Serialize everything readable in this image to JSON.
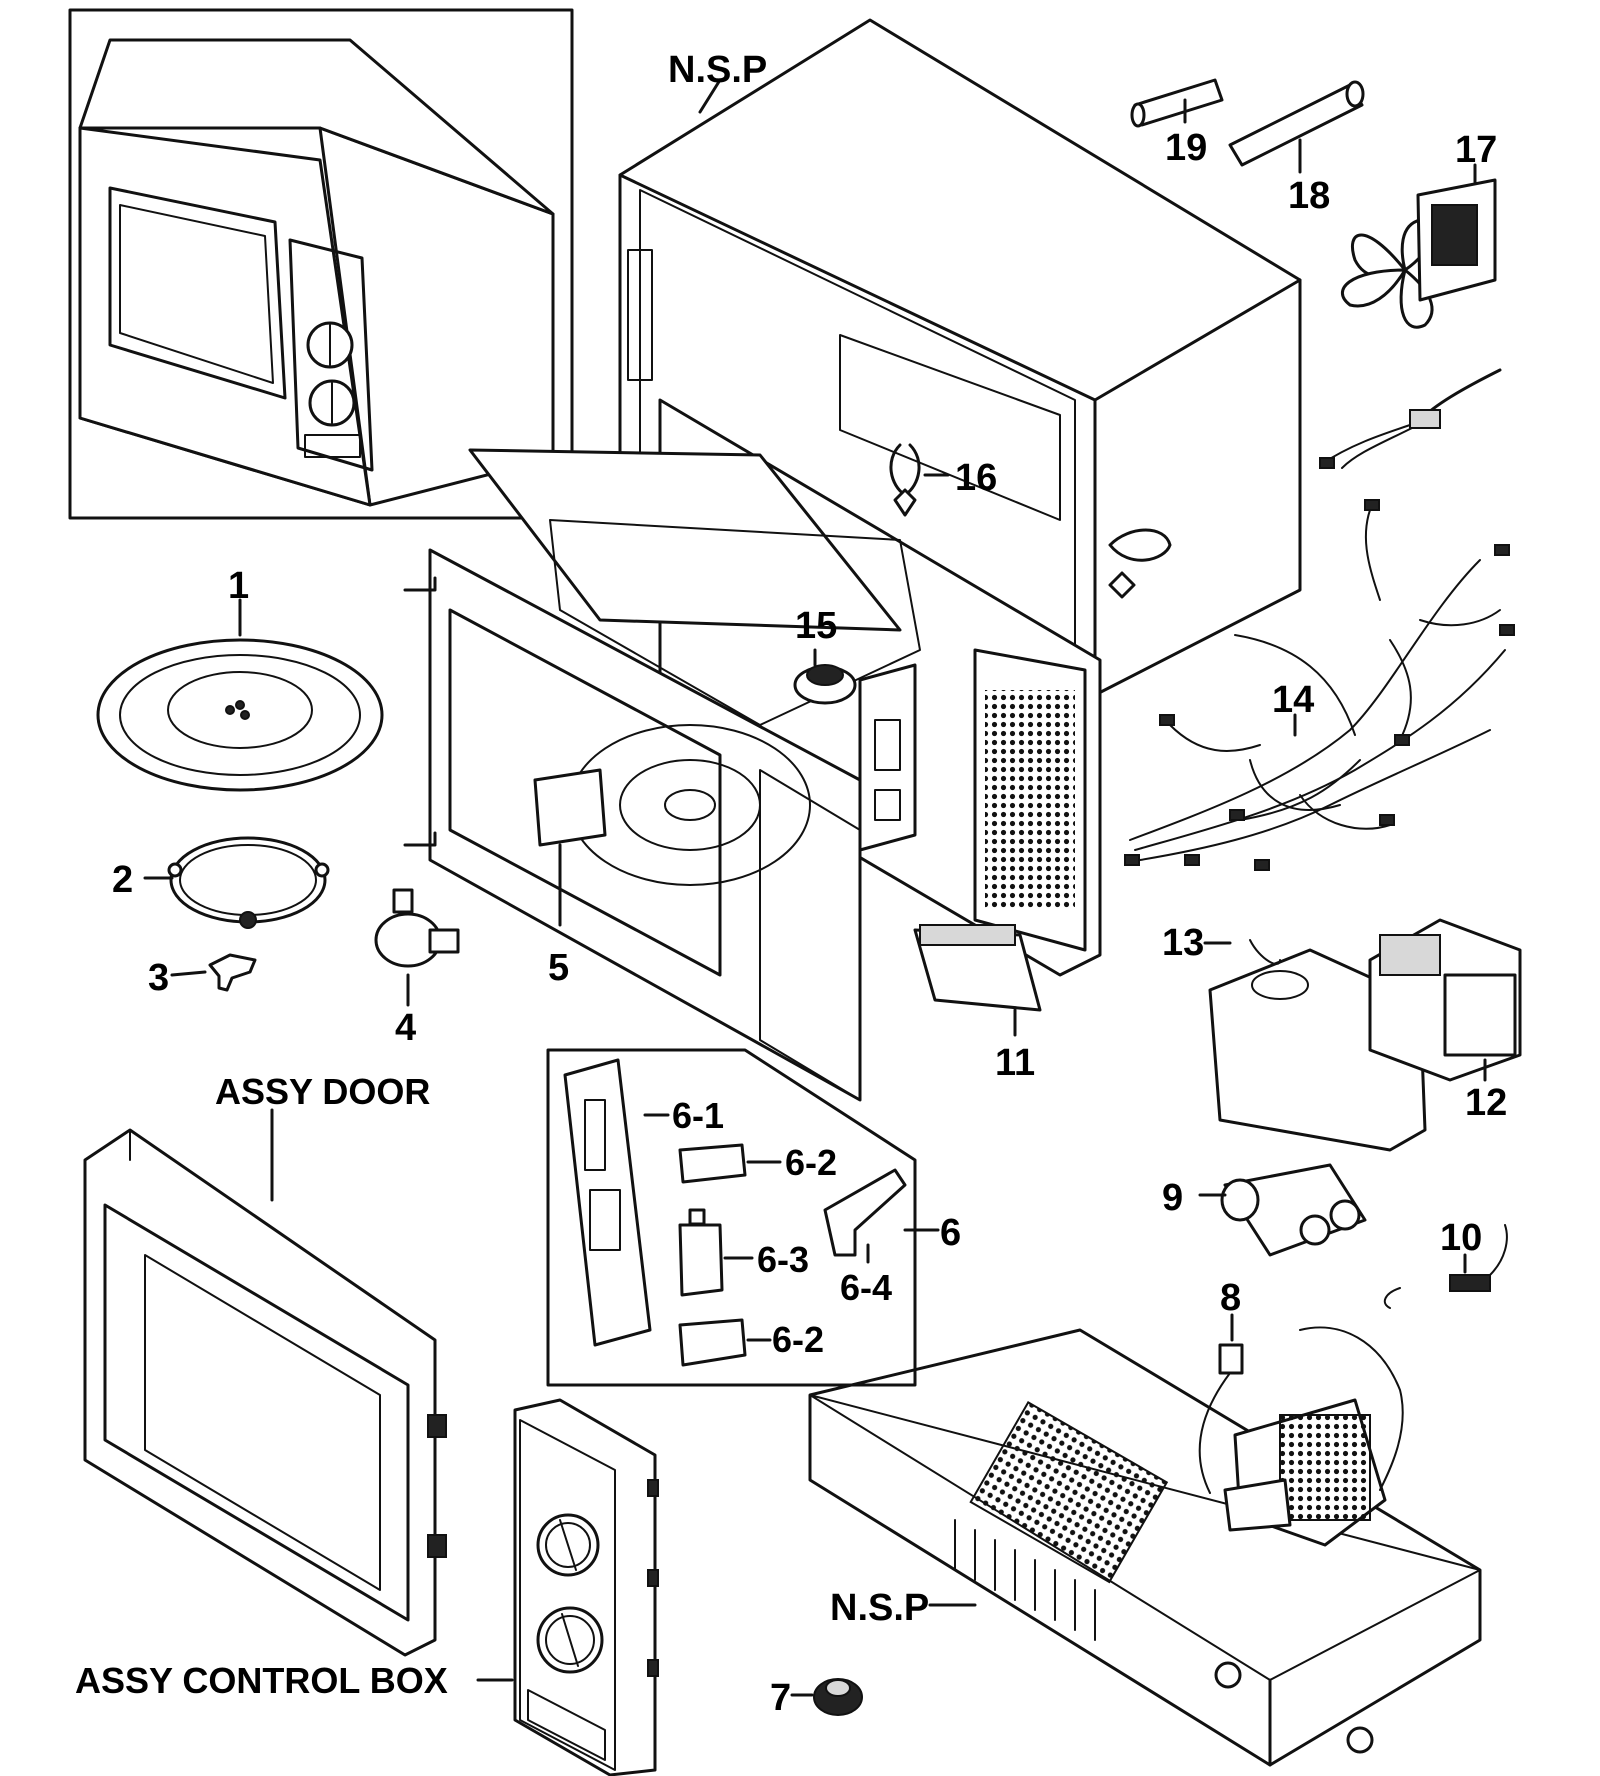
{
  "labels": {
    "nsp_top": "N.S.P",
    "nsp_bottom": "N.S.P",
    "assy_door": "ASSY DOOR",
    "assy_control_box": "ASSY CONTROL BOX",
    "p1": "1",
    "p2": "2",
    "p3": "3",
    "p4": "4",
    "p5": "5",
    "p6": "6",
    "p6_1": "6-1",
    "p6_2a": "6-2",
    "p6_2b": "6-2",
    "p6_3": "6-3",
    "p6_4": "6-4",
    "p7": "7",
    "p8": "8",
    "p9": "9",
    "p10": "10",
    "p11": "11",
    "p12": "12",
    "p13": "13",
    "p14": "14",
    "p15": "15",
    "p16": "16",
    "p17": "17",
    "p18": "18",
    "p19": "19"
  }
}
